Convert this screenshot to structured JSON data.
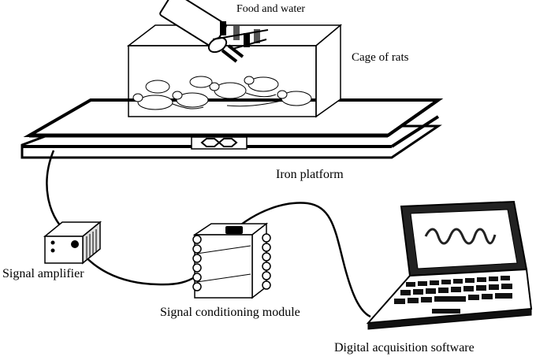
{
  "labels": {
    "food_and_water": "Food and water",
    "cage_of_rats": "Cage of rats",
    "iron_platform": "Iron platform",
    "signal_amplifier": "Signal amplifier",
    "signal_conditioning_module": "Signal conditioning module",
    "digital_acquisition_software": "Digital acquisition software"
  },
  "colors": {
    "stroke": "#000000",
    "fill": "#ffffff",
    "screen_trace": "#222222"
  }
}
